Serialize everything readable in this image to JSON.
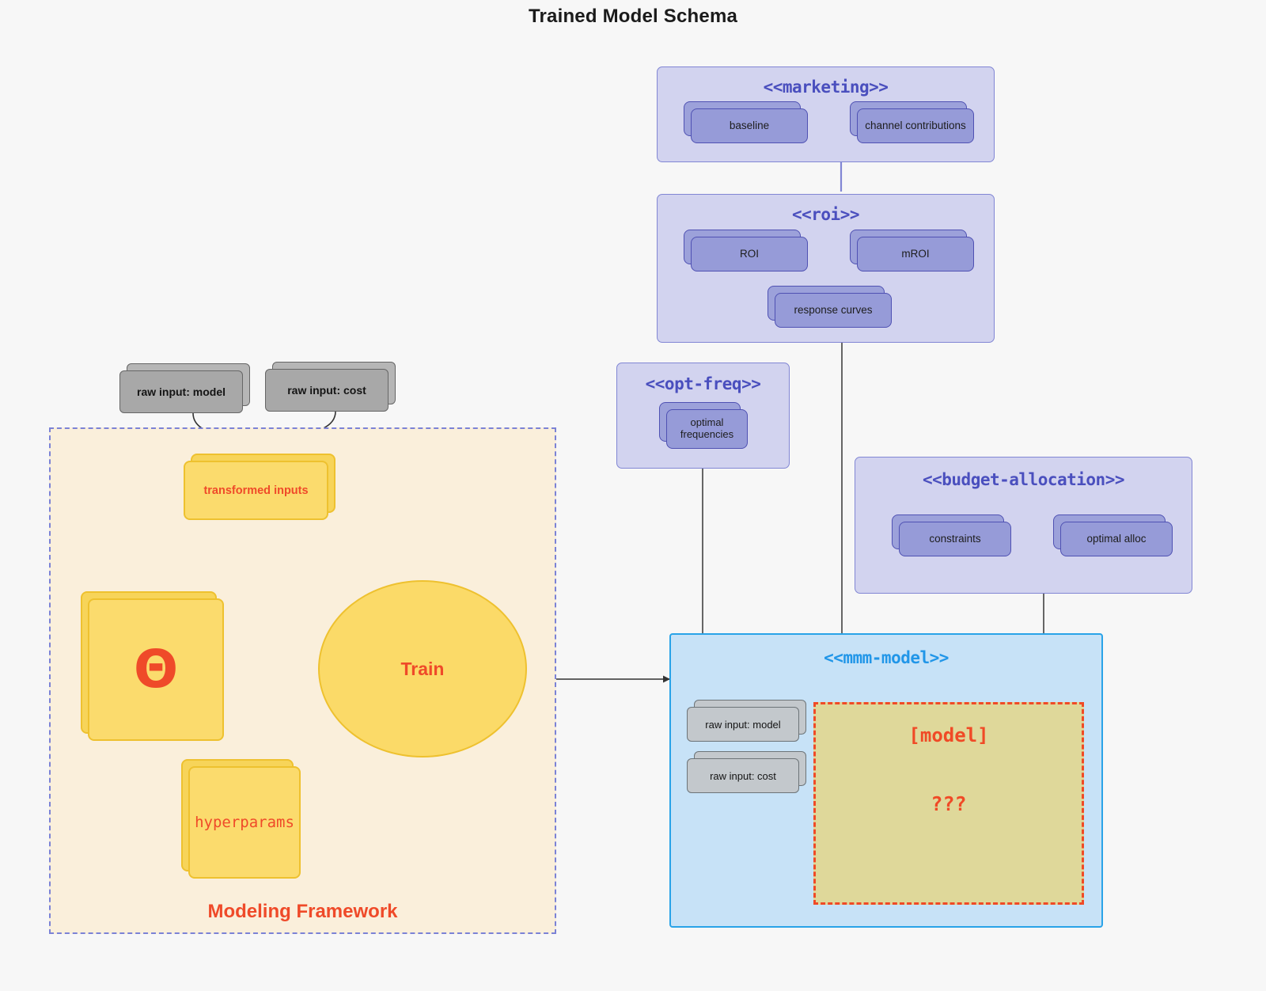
{
  "title": "Trained Model Schema",
  "packages": {
    "marketing": {
      "name": "<<marketing>>",
      "nodes": [
        {
          "label": "baseline"
        },
        {
          "label": "channel contributions"
        }
      ]
    },
    "roi": {
      "name": "<<roi>>",
      "nodes": [
        {
          "label": "ROI"
        },
        {
          "label": "mROI"
        },
        {
          "label": "response curves"
        }
      ]
    },
    "opt_freq": {
      "name": "<<opt-freq>>",
      "nodes": [
        {
          "label": "optimal frequencies"
        }
      ]
    },
    "budget_allocation": {
      "name": "<<budget-allocation>>",
      "nodes": [
        {
          "label": "constraints"
        },
        {
          "label": "optimal alloc"
        }
      ]
    },
    "mmm_model": {
      "name": "<<mmm-model>>",
      "inputs": [
        {
          "label": "raw input: model"
        },
        {
          "label": "raw input: cost"
        }
      ],
      "model_box": {
        "title": "[model]",
        "question": "???"
      }
    }
  },
  "raw_inputs": [
    {
      "label": "raw input: model"
    },
    {
      "label": "raw input: cost"
    }
  ],
  "framework": {
    "label": "Modeling Framework",
    "transformed_inputs": "transformed inputs",
    "theta": "Θ",
    "hyperparams": "hyperparams",
    "train": "Train"
  },
  "colors": {
    "background": "#f7f7f7",
    "package_fill": "#d2d3ef",
    "package_border": "#8186d4",
    "package_title": "#4a4fbe",
    "node_fill": "#969bd8",
    "node_border": "#4f51b3",
    "gray_fill": "#a8a8a8",
    "gray_border": "#666666",
    "framework_fill": "#faefdb",
    "framework_border": "#7b82d6",
    "yellow_fill": "#fbdb6d",
    "yellow_border": "#eec12f",
    "accent_red": "#ef4a29",
    "blue_fill": "#c7e2f7",
    "blue_border": "#29a3e8",
    "blue_title": "#2196e8",
    "model_box_fill": "#dfd89a",
    "model_box_border": "#f04a26",
    "edge_gray": "#4d4d4d"
  }
}
